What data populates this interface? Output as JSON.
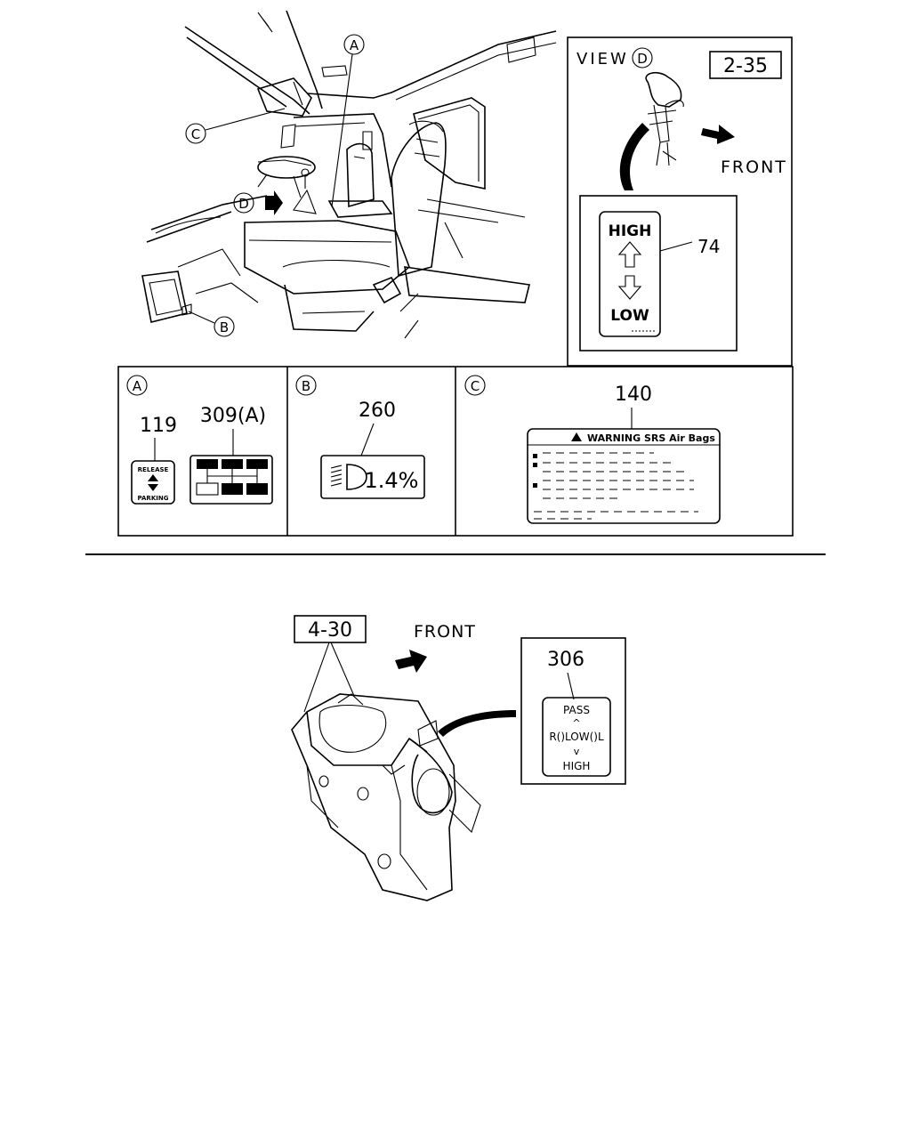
{
  "callouts": {
    "a": "A",
    "b": "B",
    "c": "C",
    "d": "D"
  },
  "view_d": {
    "view_label": "VIEW",
    "view_marker": "D",
    "ref": "2-35",
    "front": "FRONT",
    "part_no": "74",
    "label_high": "HIGH",
    "label_low": "LOW"
  },
  "panel_a": {
    "marker": "A",
    "part_release": "119",
    "part_shift": "309(A)",
    "release_text": "RELEASE",
    "parking_text": "PARKING"
  },
  "panel_b": {
    "marker": "B",
    "part_no": "260",
    "percent": "1.4%"
  },
  "panel_c": {
    "marker": "C",
    "part_no": "140",
    "warning": "WARNING SRS Air Bags"
  },
  "switch": {
    "ref": "4-30",
    "front": "FRONT",
    "part_no": "306",
    "pass": "PASS",
    "low": "R()LOW()L",
    "high": "HIGH"
  }
}
